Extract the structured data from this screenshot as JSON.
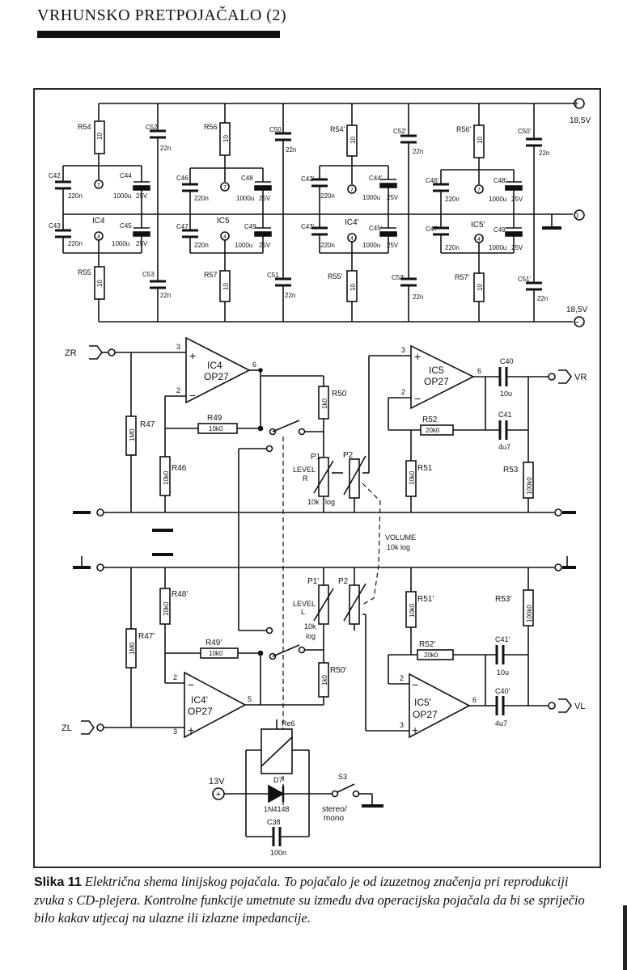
{
  "header": {
    "title": "VRHUNSKO PRETPOJAČALO (2)"
  },
  "power": {
    "rail_pos_symbol": "+",
    "rail_pos": "18,5V",
    "rail_neg": "18,5V",
    "rail_neg_symbol": "−",
    "ground_symbol": "0",
    "supply": "13V",
    "supply_symbol": "+"
  },
  "decoupling": [
    {
      "r": "R54",
      "r_val": "10",
      "c_top": "C52",
      "c_top_val": "22n",
      "c_a": "C42",
      "c_a_val": "220n",
      "c_b": "C44",
      "c_b_val": "1000u",
      "c_b_v": "25V",
      "pin_top": "7",
      "ic": "IC4",
      "c_c": "C43",
      "c_c_val": "220n",
      "c_d": "C45",
      "c_d_val": "1000u",
      "c_d_v": "25V",
      "pin_bot": "4",
      "r2": "R55",
      "r2_val": "10",
      "c_bot": "C53",
      "c_bot_val": "22n"
    },
    {
      "r": "R56",
      "r_val": "10",
      "c_top": "C50",
      "c_top_val": "22n",
      "c_a": "C46",
      "c_a_val": "220n",
      "c_b": "C48",
      "c_b_val": "1000u",
      "c_b_v": "25V",
      "pin_top": "7",
      "ic": "IC5",
      "c_c": "C47",
      "c_c_val": "220n",
      "c_d": "C49",
      "c_d_val": "1000u",
      "c_d_v": "25V",
      "pin_bot": "4",
      "r2": "R57",
      "r2_val": "10",
      "c_bot": "C51",
      "c_bot_val": "22n"
    },
    {
      "r": "R54'",
      "r_val": "10",
      "c_top": "C52'",
      "c_top_val": "22n",
      "c_a": "C42'",
      "c_a_val": "220n",
      "c_b": "C44'",
      "c_b_val": "1000u",
      "c_b_v": "25V",
      "pin_top": "7",
      "ic": "IC4'",
      "c_c": "C43'",
      "c_c_val": "220n",
      "c_d": "C45'",
      "c_d_val": "1000u",
      "c_d_v": "25V",
      "pin_bot": "4",
      "r2": "R55'",
      "r2_val": "10",
      "c_bot": "C53'",
      "c_bot_val": "22n"
    },
    {
      "r": "R56'",
      "r_val": "10",
      "c_top": "C50'",
      "c_top_val": "22n",
      "c_a": "C46'",
      "c_a_val": "220n",
      "c_b": "C48'",
      "c_b_val": "1000u",
      "c_b_v": "25V",
      "pin_top": "7",
      "ic": "IC5'",
      "c_c": "C47'",
      "c_c_val": "220n",
      "c_d": "C49'",
      "c_d_val": "1000u",
      "c_d_v": "25V",
      "pin_bot": "4",
      "r2": "R57'",
      "r2_val": "10",
      "c_bot": "C51'",
      "c_bot_val": "22n"
    }
  ],
  "right_channel": {
    "input": "ZR",
    "ic_in": "IC4",
    "ic_in_type": "OP27",
    "ic_out": "IC5",
    "ic_out_type": "OP27",
    "pin_plus": "3",
    "pin_minus": "2",
    "pin_out": "6",
    "r47": "R47",
    "r47_val": "1M0",
    "r49": "R49",
    "r49_val": "10k0",
    "r46": "R46",
    "r46_val": "10k0",
    "r50": "R50",
    "r50_val": "1k0",
    "p1": "P1",
    "level_label": "LEVEL",
    "level_ch": "R",
    "p1_val": "10k",
    "p1_law": "log",
    "p2": "P2",
    "r51": "R51",
    "r51_val": "10k0",
    "r52": "R52",
    "r52_val": "20k0",
    "r53": "R53",
    "r53_val": "100k0",
    "c40": "C40",
    "c40_val": "10u",
    "c41": "C41",
    "c41_val": "4u7",
    "output": "VR"
  },
  "volume": {
    "label": "VOLUME",
    "value": "10k log"
  },
  "left_channel": {
    "input": "ZL",
    "ic_in": "IC4'",
    "ic_in_type": "OP27",
    "ic_out": "IC5'",
    "ic_out_type": "OP27",
    "pin_plus": "3",
    "pin_minus": "2",
    "pin_out_in": "5",
    "pin_out": "6",
    "r47": "R47'",
    "r47_val": "1M0",
    "r49": "R49'",
    "r49_val": "10k0",
    "r48": "R48'",
    "r48_val": "10k0",
    "r50": "R50'",
    "r50_val": "1k0",
    "p1": "P1'",
    "level_label": "LEVEL",
    "level_ch": "L",
    "p1_val": "10k",
    "p1_law": "log",
    "p2": "P2",
    "r51": "R51'",
    "r51_val": "10k0",
    "r52": "R52'",
    "r52_val": "20k0",
    "r53": "R53'",
    "r53_val": "100k0",
    "c41": "C41'",
    "c41_val": "10u",
    "c40": "C40'",
    "c40_val": "4u7",
    "output": "VL"
  },
  "relay_circuit": {
    "relay": "Re6",
    "diode": "D7",
    "diode_type": "1N4148",
    "switch": "S3",
    "switch_label_1": "stereo/",
    "switch_label_2": "mono",
    "cap": "C38",
    "cap_val": "100n"
  },
  "caption": {
    "label": "Slika 11",
    "text": "Električna shema linijskog pojačala. To pojačalo je od izuzetnog značenja pri reprodukciji zvuka s CD-plejera. Kontrolne funkcije umetnute su između dva operacijska pojačala da bi se spriječio bilo kakav utjecaj na ulazne ili izlazne impedancije."
  }
}
